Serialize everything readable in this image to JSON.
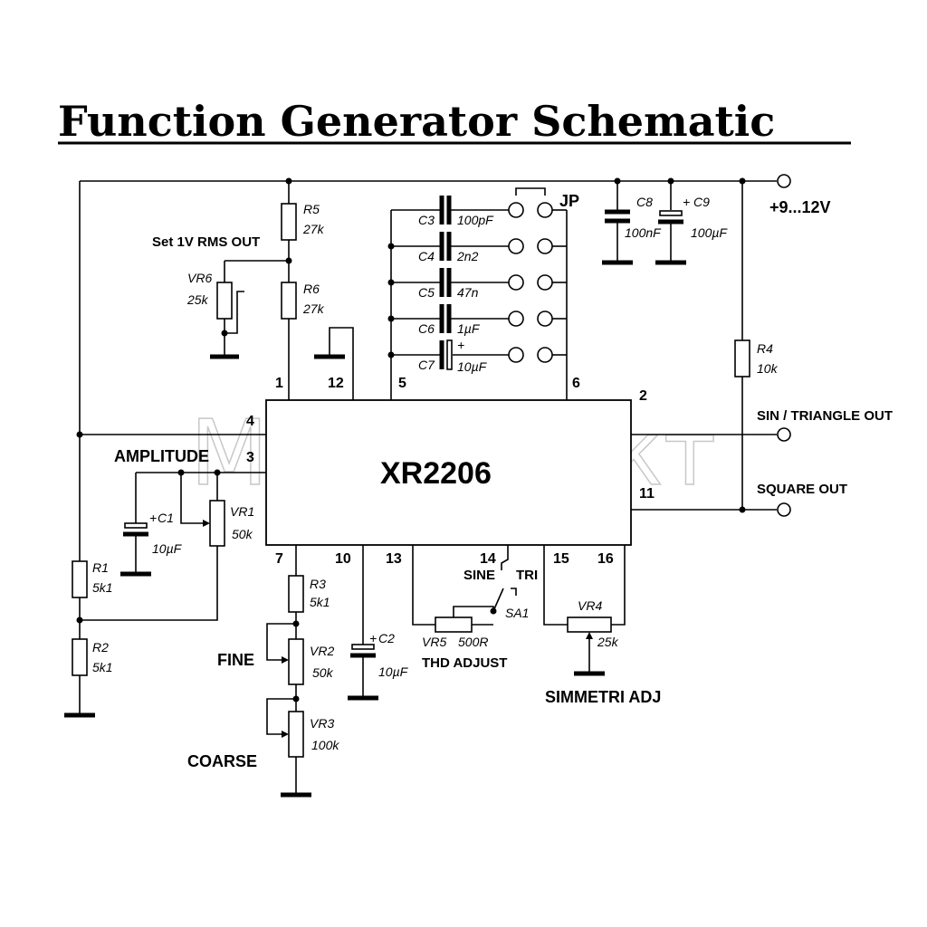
{
  "title": "Function Generator Schematic",
  "watermark": "Мій проект",
  "ic": {
    "name": "XR2206",
    "pins": {
      "p1": "1",
      "p12": "12",
      "p5": "5",
      "p6": "6",
      "p4": "4",
      "p3": "3",
      "p2": "2",
      "p11": "11",
      "p7": "7",
      "p10": "10",
      "p13": "13",
      "p14": "14",
      "p15": "15",
      "p16": "16"
    }
  },
  "supply": "+9...12V",
  "outputs": {
    "sin_tri": "SIN / TRIANGLE OUT",
    "square": "SQUARE OUT"
  },
  "labels": {
    "set_rms": "Set 1V RMS OUT",
    "amplitude": "AMPLITUDE",
    "fine": "FINE",
    "coarse": "COARSE",
    "thd": "THD ADJUST",
    "simmetri": "SIMMETRI ADJ",
    "sine": "SINE",
    "tri": "TRI",
    "jp": "JP"
  },
  "components": {
    "r5": {
      "name": "R5",
      "value": "27k"
    },
    "r6": {
      "name": "R6",
      "value": "27k"
    },
    "vr6": {
      "name": "VR6",
      "value": "25k"
    },
    "c3": {
      "name": "C3",
      "value": "100pF"
    },
    "c4": {
      "name": "C4",
      "value": "2n2"
    },
    "c5": {
      "name": "C5",
      "value": "47n"
    },
    "c6": {
      "name": "C6",
      "value": "1µF"
    },
    "c7": {
      "name": "C7",
      "value": "10µF",
      "pol": "+"
    },
    "c8": {
      "name": "C8",
      "value": "100nF"
    },
    "c9": {
      "name": "C9",
      "value": "100µF",
      "pol": "+"
    },
    "r4": {
      "name": "R4",
      "value": "10k"
    },
    "c1": {
      "name": "C1",
      "value": "10µF",
      "pol": "+"
    },
    "vr1": {
      "name": "VR1",
      "value": "50k"
    },
    "r1": {
      "name": "R1",
      "value": "5k1"
    },
    "r2": {
      "name": "R2",
      "value": "5k1"
    },
    "r3": {
      "name": "R3",
      "value": "5k1"
    },
    "vr2": {
      "name": "VR2",
      "value": "50k"
    },
    "vr3": {
      "name": "VR3",
      "value": "100k"
    },
    "c2": {
      "name": "C2",
      "value": "10µF",
      "pol": "+"
    },
    "vr5": {
      "name": "VR5",
      "value": "500R"
    },
    "sa1": {
      "name": "SA1"
    },
    "vr4": {
      "name": "VR4",
      "value": "25k"
    }
  }
}
